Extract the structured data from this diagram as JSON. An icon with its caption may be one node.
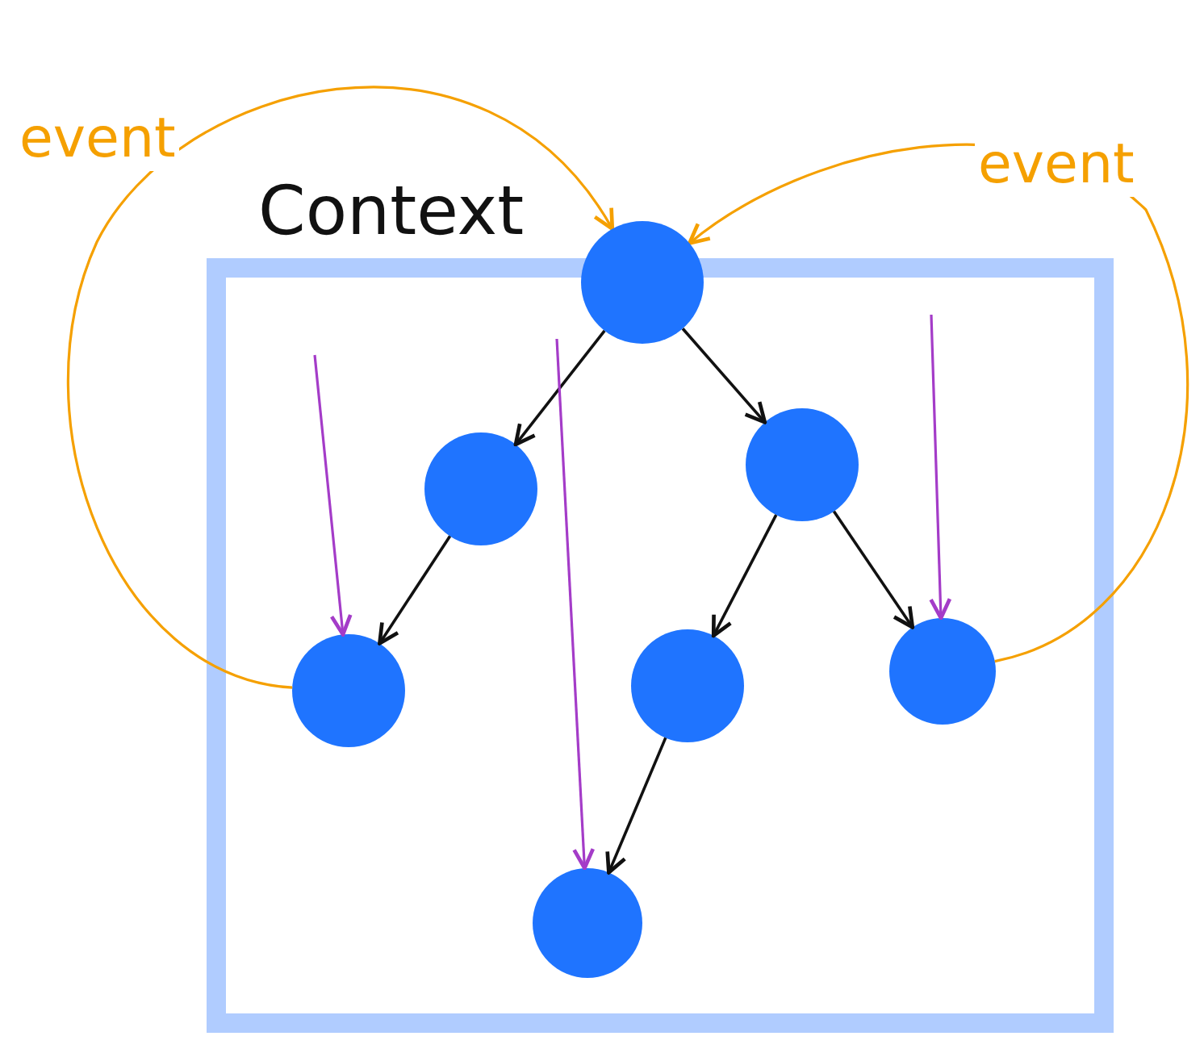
{
  "diagram": {
    "nodes": [
      {
        "text": [
          "Context"
        ]
      },
      {
        "text": [],
        "shape": "circle"
      },
      {
        "text": [],
        "shape": "circle",
        "in": 0
      },
      {
        "text": [],
        "shape": "circle",
        "in": 0
      },
      {
        "text": [],
        "shape": "circle",
        "in": 0
      },
      {
        "text": [],
        "shape": "circle",
        "in": 0
      },
      {
        "text": [],
        "shape": "circle",
        "in": 0
      },
      {
        "text": [],
        "shape": "circle",
        "in": 0
      }
    ],
    "edges": [
      {
        "from": 1,
        "to": 2,
        "arrow": "to"
      },
      {
        "from": 1,
        "to": 3,
        "arrow": "to"
      },
      {
        "from": 2,
        "to": 4,
        "arrow": "to"
      },
      {
        "from": 3,
        "to": 5,
        "arrow": "to"
      },
      {
        "from": 3,
        "to": 6,
        "arrow": "to"
      },
      {
        "from": 5,
        "to": 7,
        "arrow": "to"
      },
      {
        "from": 4,
        "to": 1,
        "arrow": "to",
        "label": "event",
        "color": "#f5a000"
      },
      {
        "from": 6,
        "to": 1,
        "arrow": "to",
        "label": "event",
        "color": "#f5a000"
      },
      {
        "from": null,
        "to": 4,
        "arrow": "to",
        "color": "#a43cc8"
      },
      {
        "from": null,
        "to": 7,
        "arrow": "to",
        "color": "#a43cc8"
      },
      {
        "from": null,
        "to": 6,
        "arrow": "to",
        "color": "#a43cc8"
      }
    ]
  }
}
